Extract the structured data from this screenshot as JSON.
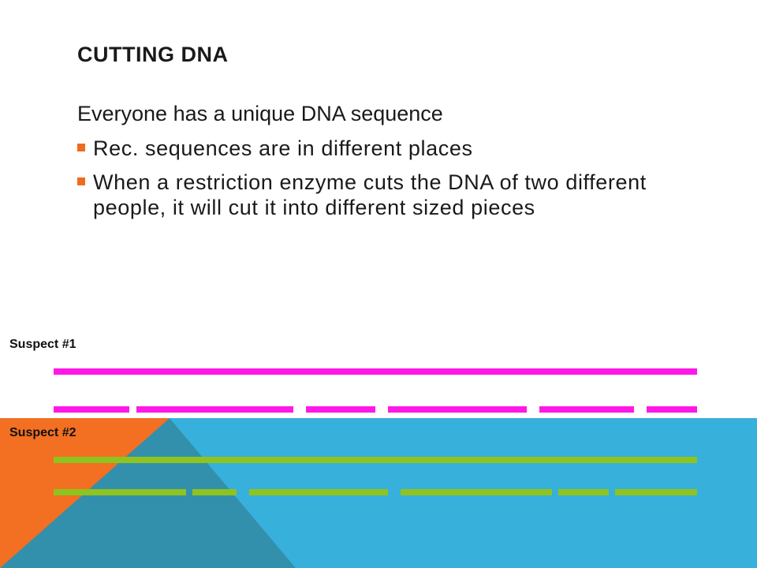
{
  "slide": {
    "title": "CUTTING DNA",
    "lead": "Everyone has a unique DNA sequence",
    "bullets": [
      "Rec. sequences are in different places",
      "When a restriction enzyme cuts the DNA of two different people, it will cut it into different sized pieces"
    ]
  },
  "suspects": [
    {
      "label": "Suspect #1",
      "color": "#ff19e6"
    },
    {
      "label": "Suspect #2",
      "color": "#8fc31f"
    }
  ],
  "colors": {
    "background": "#ffffff",
    "blue_band": "#38b0dc",
    "orange_triangle": "#f36f21",
    "dark_triangle": "#3390ac",
    "bullet": "#ef6c1f"
  }
}
